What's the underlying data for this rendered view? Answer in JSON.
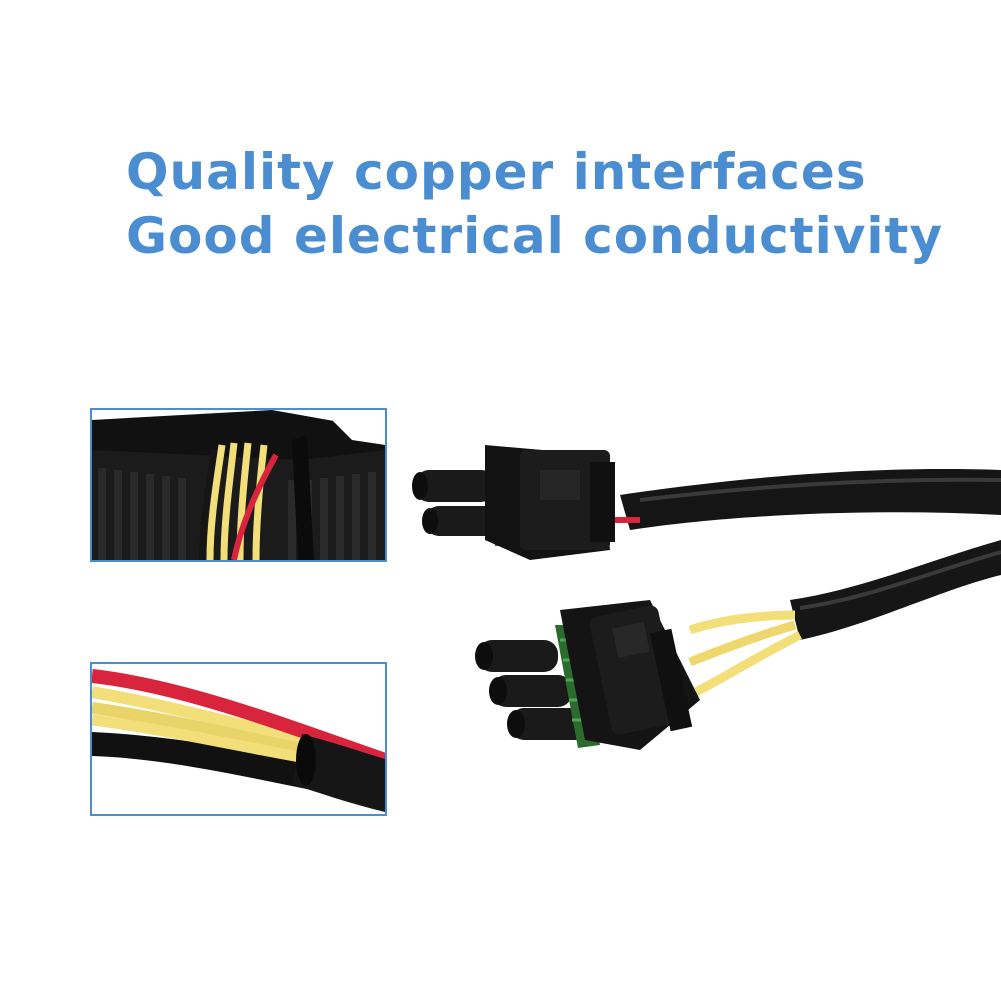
{
  "headline": {
    "line1": "Quality copper interfaces",
    "line2": "Good electrical conductivity",
    "color": "#4a8dd1"
  },
  "insets": [
    {
      "name": "terminal-block-closeup"
    },
    {
      "name": "wire-bundle-closeup"
    }
  ],
  "colors": {
    "frame": "#4a8dd1",
    "wire_yellow": "#f2df7a",
    "wire_red": "#d8243c",
    "wire_black": "#151515",
    "seal_green": "#3b8c3f"
  }
}
